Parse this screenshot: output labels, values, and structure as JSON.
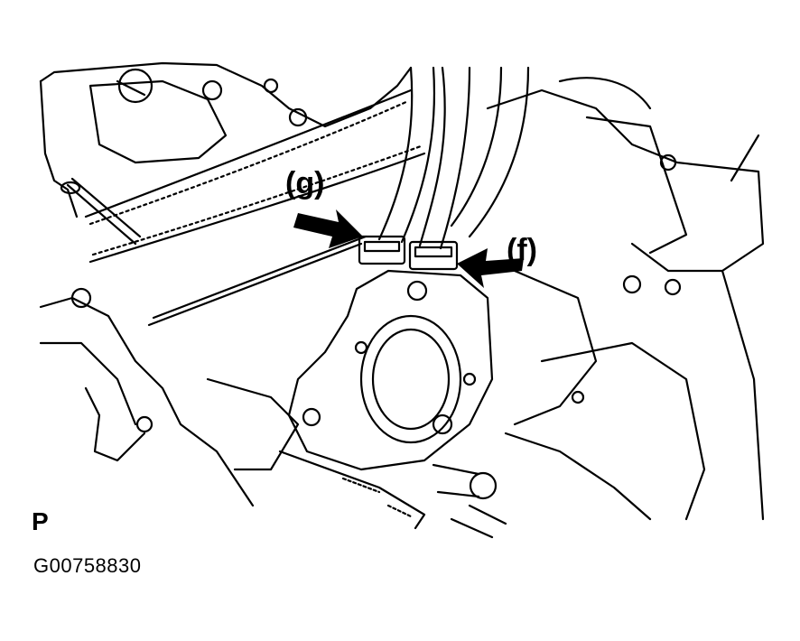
{
  "callouts": {
    "g": "(g)",
    "f": "(f)"
  },
  "view_letter": "P",
  "figure_id": "G00758830",
  "colors": {
    "ink": "#000000",
    "paper": "#ffffff"
  },
  "icons": [
    "arrow-right-icon",
    "arrow-left-icon"
  ]
}
